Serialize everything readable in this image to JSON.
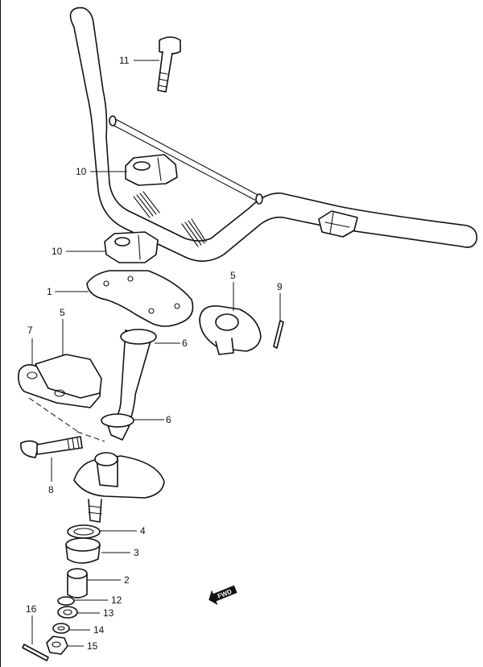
{
  "callouts": [
    {
      "id": "11",
      "text": "11"
    },
    {
      "id": "10a",
      "text": "10"
    },
    {
      "id": "10b",
      "text": "10"
    },
    {
      "id": "1",
      "text": "1"
    },
    {
      "id": "5a",
      "text": "5"
    },
    {
      "id": "9",
      "text": "9"
    },
    {
      "id": "7",
      "text": "7"
    },
    {
      "id": "5b",
      "text": "5"
    },
    {
      "id": "6a",
      "text": "6"
    },
    {
      "id": "6b",
      "text": "6"
    },
    {
      "id": "8",
      "text": "8"
    },
    {
      "id": "4",
      "text": "4"
    },
    {
      "id": "3",
      "text": "3"
    },
    {
      "id": "2",
      "text": "2"
    },
    {
      "id": "12",
      "text": "12"
    },
    {
      "id": "13",
      "text": "13"
    },
    {
      "id": "16",
      "text": "16"
    },
    {
      "id": "14",
      "text": "14"
    },
    {
      "id": "15",
      "text": "15"
    }
  ],
  "fwd_badge": {
    "text": "FWD"
  },
  "colors": {
    "line": "#111111",
    "paper": "#ffffff"
  }
}
